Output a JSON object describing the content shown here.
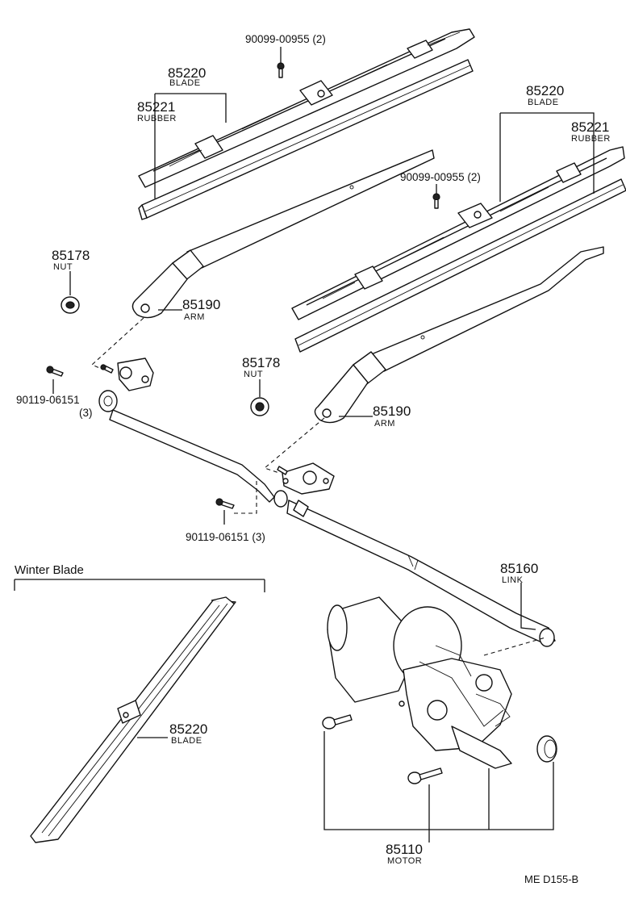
{
  "drawing_code": "ME  D155-B",
  "winter_blade_heading": "Winter Blade",
  "callouts": {
    "screw_top": {
      "number": "90099-00955 (2)"
    },
    "blade_top": {
      "number": "85220",
      "name": "BLADE"
    },
    "rubber_top": {
      "number": "85221",
      "name": "RUBBER"
    },
    "blade_right": {
      "number": "85220",
      "name": "BLADE"
    },
    "rubber_right": {
      "number": "85221",
      "name": "RUBBER"
    },
    "screw_right": {
      "number": "90099-00955 (2)"
    },
    "nut_left": {
      "number": "85178",
      "name": "NUT"
    },
    "arm_left": {
      "number": "85190",
      "name": "ARM"
    },
    "bolt_left": {
      "number": "90119-06151",
      "qty": "(3)"
    },
    "nut_center": {
      "number": "85178",
      "name": "NUT"
    },
    "arm_center": {
      "number": "85190",
      "name": "ARM"
    },
    "bolt_center": {
      "number": "90119-06151 (3)"
    },
    "link": {
      "number": "85160",
      "name": "LINK"
    },
    "winter_blade": {
      "number": "85220",
      "name": "BLADE"
    },
    "motor": {
      "number": "85110",
      "name": "MOTOR"
    }
  }
}
